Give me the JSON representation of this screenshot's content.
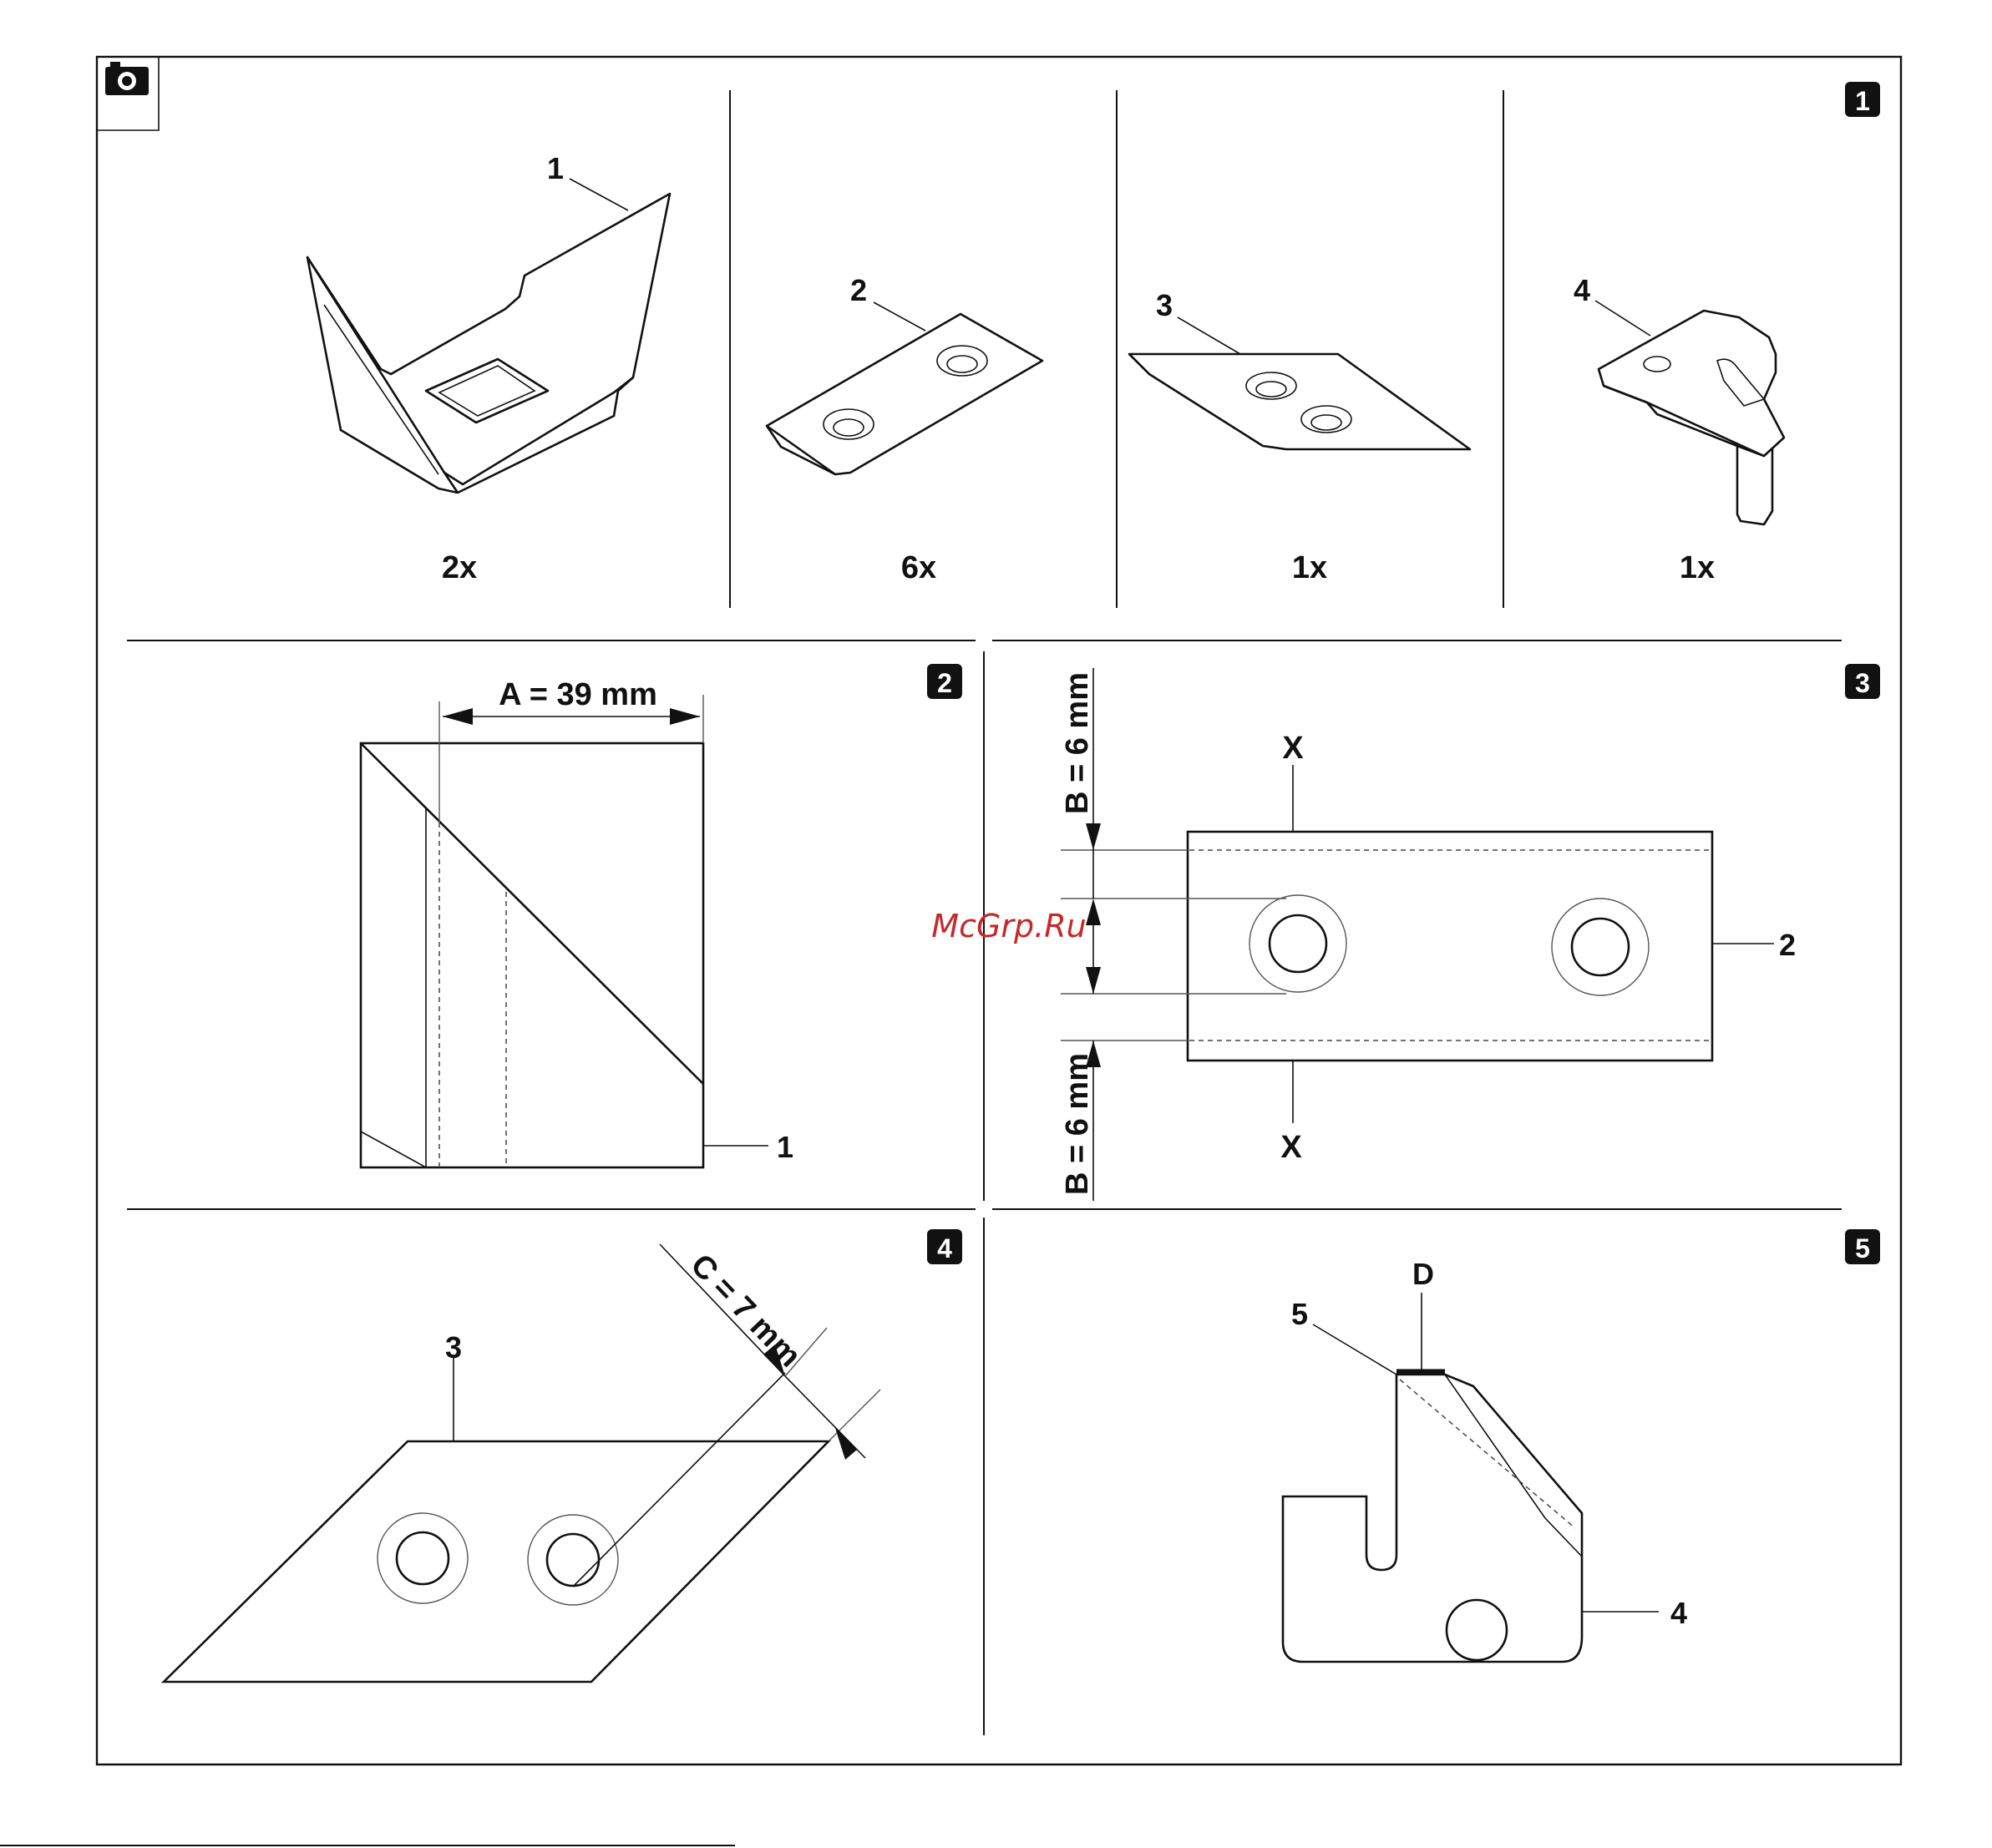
{
  "panels": {
    "p1": {
      "badge": "1",
      "items": [
        {
          "callout": "1",
          "qty": "2x"
        },
        {
          "callout": "2",
          "qty": "6x"
        },
        {
          "callout": "3",
          "qty": "1x"
        },
        {
          "callout": "4",
          "qty": "1x"
        }
      ]
    },
    "p2": {
      "badge": "2",
      "dimension": "A = 39 mm",
      "callout": "1"
    },
    "p3": {
      "badge": "3",
      "dim_top": "B = 6 mm",
      "dim_bottom": "B = 6 mm",
      "axis_top": "X",
      "axis_bottom": "X",
      "callout": "2"
    },
    "p4": {
      "badge": "4",
      "dimension": "C = 7 mm",
      "callout": "3"
    },
    "p5": {
      "badge": "5",
      "point": "D",
      "callout_a": "5",
      "callout_b": "4"
    }
  },
  "watermark": "McGrp.Ru",
  "icons": {
    "corner": "camera-icon"
  },
  "colors": {
    "ink": "#111111",
    "watermark": "#c62828"
  }
}
